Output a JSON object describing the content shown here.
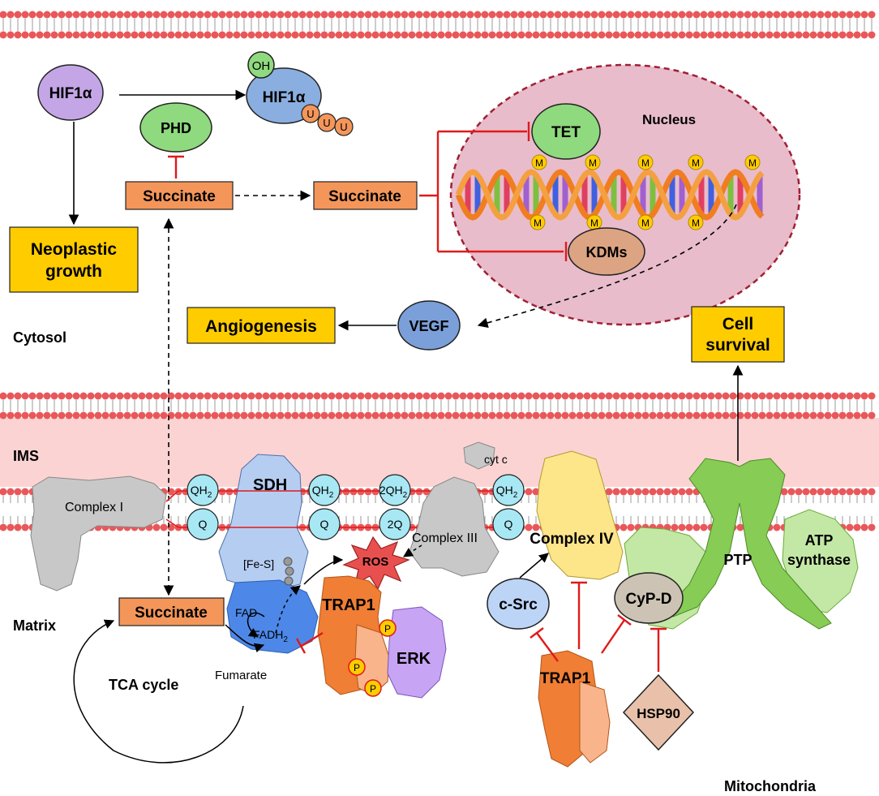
{
  "regions": {
    "cytosol": "Cytosol",
    "ims": "IMS",
    "matrix": "Matrix",
    "mitochondria": "Mitochondria",
    "nucleus": "Nucleus"
  },
  "nodes": {
    "hif1a": "HIF1α",
    "hif1a_mod": "HIF1α",
    "oh": "OH",
    "u": "U",
    "phd": "PHD",
    "succinate": "Succinate",
    "tet": "TET",
    "kdms": "KDMs",
    "methyl": "M",
    "neoplastic_1": "Neoplastic",
    "neoplastic_2": "growth",
    "angiogenesis": "Angiogenesis",
    "vegf": "VEGF",
    "cell_survival_1": "Cell",
    "cell_survival_2": "survival",
    "complex_i": "Complex I",
    "complex_iii": "Complex III",
    "complex_iv": "Complex IV",
    "sdh": "SDH",
    "fes": "[Fe-S]",
    "fad": "FAD",
    "fadh2": "FADH",
    "sub2": "2",
    "qh2": "QH",
    "q": "Q",
    "two_qh2": "2QH",
    "two_q": "2Q",
    "cyt_c": "cyt c",
    "ros": "ROS",
    "trap1": "TRAP1",
    "erk": "ERK",
    "phospho": "P",
    "csrc": "c-Src",
    "cypd": "CyP-D",
    "hsp90": "HSP90",
    "ptp": "PTP",
    "atp_1": "ATP",
    "atp_2": "synthase",
    "fumarate": "Fumarate",
    "tca": "TCA cycle"
  },
  "colors": {
    "membrane_bead": "#e8585a",
    "ims_band": "#fcd3d3",
    "nucleus_fill": "#e8bccb",
    "nucleus_edge": "#a02035",
    "succinate_box": "#f4965a",
    "outcome_box": "#ffcc00",
    "inhibit": "#e01a1a",
    "hif": "#c4a6e6",
    "hif_mod": "#8aaee0",
    "green_node": "#8fd97e",
    "vegf": "#7b9fd9",
    "kdms": "#dda483",
    "quinone": "#a8e8f4",
    "complex_gray": "#c8c8c8",
    "sdh_light": "#b6cdf2",
    "sdh_dark": "#4d88e8",
    "trap1_dark": "#f07e35",
    "trap1_light": "#f9b48b",
    "erk": "#c7a4f4",
    "complex_iv": "#fde58a",
    "cypd": "#cdc3b4",
    "hsp90": "#e9c1aa",
    "atp_synthase": "#c3e8a5",
    "ptp": "#86cc55",
    "csrc": "#bcd4f6"
  }
}
